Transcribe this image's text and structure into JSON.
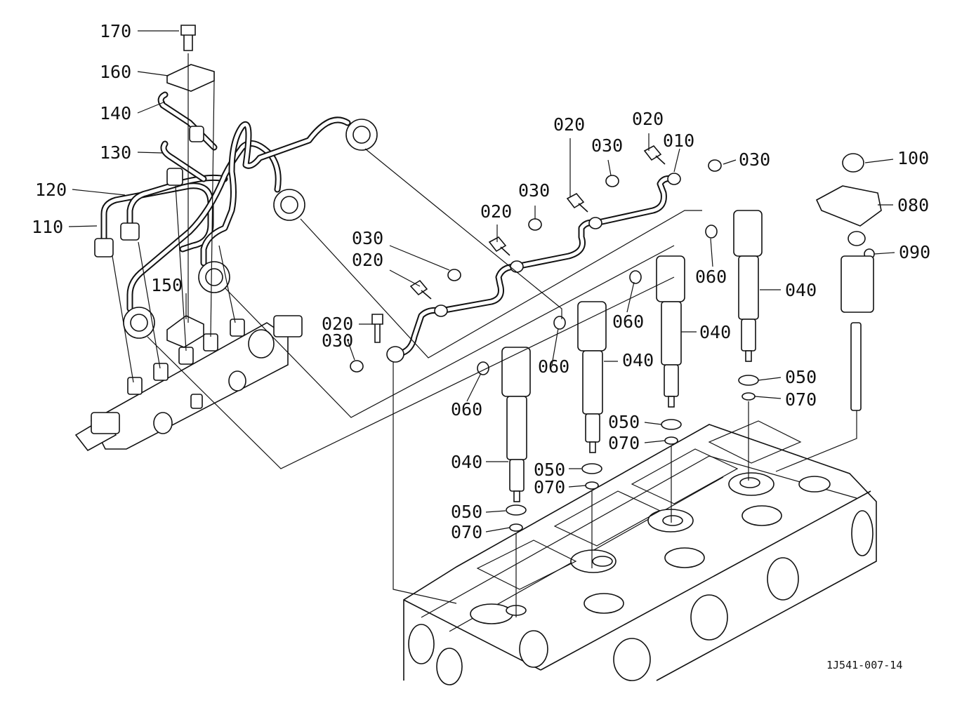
{
  "callouts": {
    "p170": "170",
    "p160": "160",
    "p140": "140",
    "p130": "130",
    "p120": "120",
    "p110": "110",
    "p150": "150",
    "p020a": "020",
    "p020b": "020",
    "p020c": "020",
    "p020d": "020",
    "p020e": "020",
    "p030a": "030",
    "p030b": "030",
    "p030c": "030",
    "p030d": "030",
    "p030e": "030",
    "p010": "010",
    "p100": "100",
    "p080": "080",
    "p090": "090",
    "p040a": "040",
    "p040b": "040",
    "p040c": "040",
    "p040d": "040",
    "p060a": "060",
    "p060b": "060",
    "p060c": "060",
    "p060d": "060",
    "p050a": "050",
    "p050b": "050",
    "p050c": "050",
    "p050d": "050",
    "p070a": "070",
    "p070b": "070",
    "p070c": "070",
    "p070d": "070"
  },
  "figure_id": "1J541-007-14"
}
